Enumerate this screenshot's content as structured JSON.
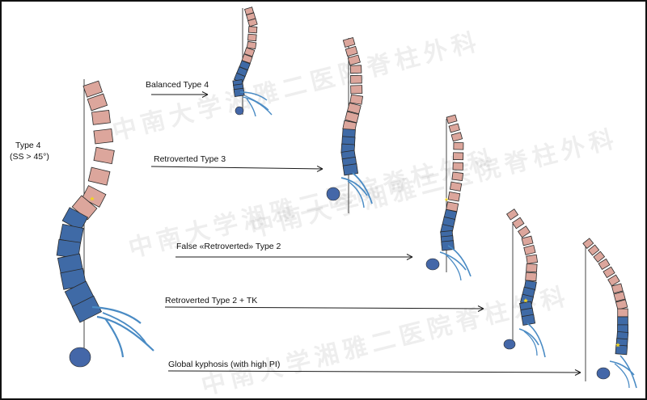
{
  "source_label": {
    "line1": "Type 4",
    "line2": "(SS > 45°)"
  },
  "arrows": [
    {
      "label": "Balanced Type 4"
    },
    {
      "label": "Retroverted Type 3"
    },
    {
      "label": "False «Retroverted» Type 2"
    },
    {
      "label": "Retroverted Type 2 + TK"
    },
    {
      "label": "Global kyphosis (with high PI)"
    }
  ],
  "watermark": "中南大学湘雅二医院脊柱外科",
  "colors": {
    "thoracic": "#dca69c",
    "lumbar": "#3f6aa6",
    "pelvis": "#4a8bc4",
    "femoral_head": "#4467a8",
    "star": "#f2d422",
    "line": "#444444"
  }
}
